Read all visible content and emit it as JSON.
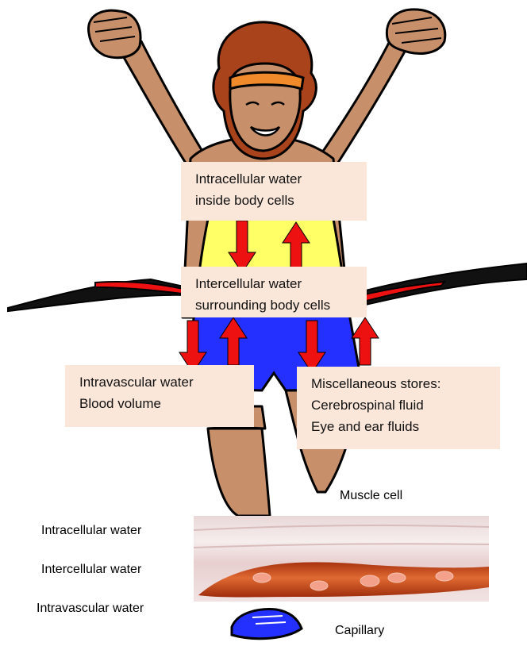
{
  "diagram": {
    "intracellular_box": {
      "line1": "Intracellular water",
      "line2": "inside body cells"
    },
    "intercellular_box": {
      "line1": "Intercellular water",
      "line2": "surrounding body cells"
    },
    "intravascular_box": {
      "line1": "Intravascular water",
      "line2": "Blood volume"
    },
    "misc_box": {
      "line1": "Miscellaneous stores:",
      "line2": "Cerebrospinal fluid",
      "line3": "Eye and ear fluids"
    }
  },
  "inset": {
    "muscle_cell_label": "Muscle cell",
    "capillary_label": "Capillary",
    "left_labels": [
      "Intracellular water",
      "Intercellular water",
      "Intravascular water"
    ]
  },
  "colors": {
    "skin": "#c8906a",
    "hair": "#a8431c",
    "headband": "#f08a2a",
    "shirt": "#ffff66",
    "shorts": "#2430ff",
    "arrow": "#ee1111",
    "box_fill": "#fbe7da",
    "capillary": "#c8471a"
  }
}
